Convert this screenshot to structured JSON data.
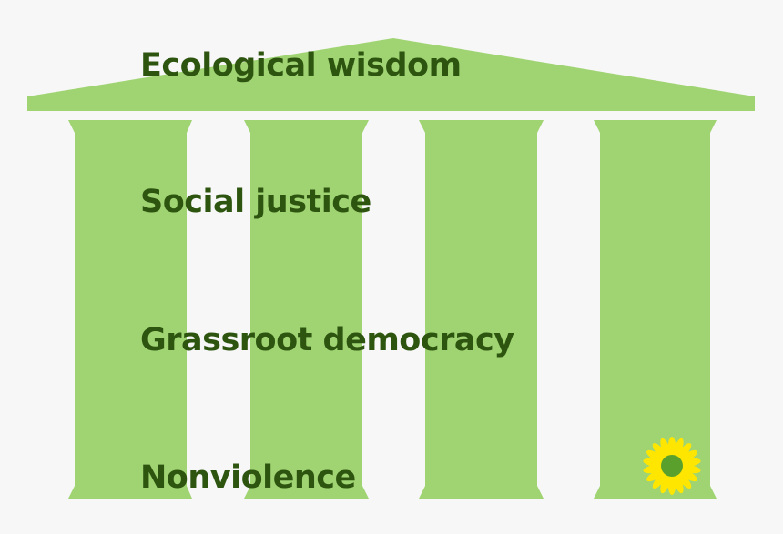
{
  "colors": {
    "background": "#f7f7f7",
    "structure": "#a0d473",
    "text": "#2d5510",
    "sunflower_petals": "#ffe600",
    "sunflower_center": "#5aa02c"
  },
  "roof": {
    "label": "Ecological wisdom"
  },
  "pillars": [
    {
      "label": "Social justice"
    },
    {
      "label": "Grassroot democracy"
    },
    {
      "label": "Nonviolence"
    }
  ],
  "logo": {
    "icon": "sunflower-icon"
  }
}
